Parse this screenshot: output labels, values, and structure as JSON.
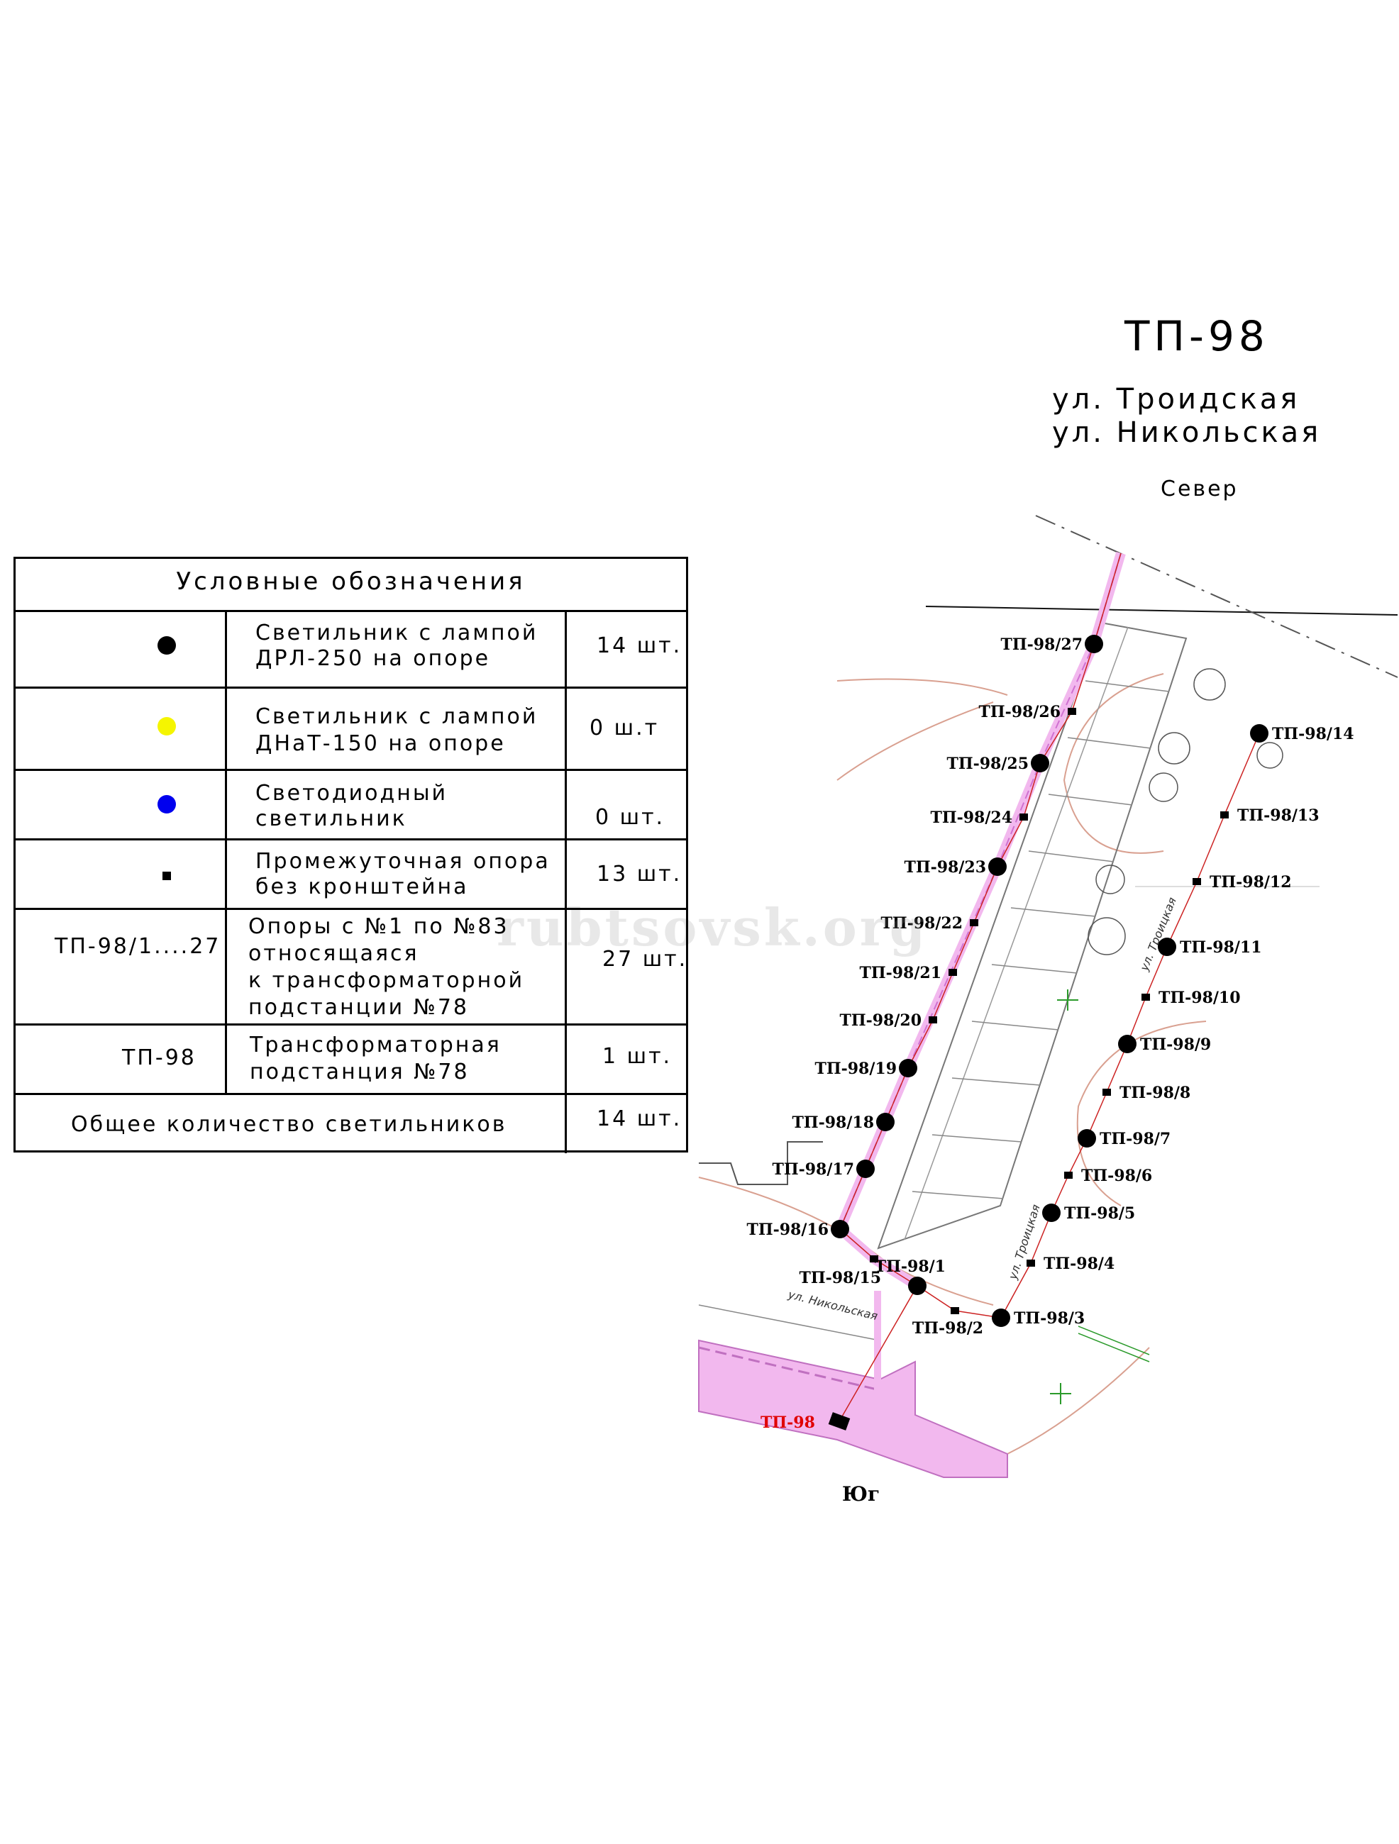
{
  "header": {
    "title": "ТП-98",
    "street1": "ул. Троидская",
    "street2": "ул. Никольская",
    "north": "Север",
    "south": "Юг"
  },
  "legend": {
    "title": "Условные обозначения",
    "rows": [
      {
        "symbol": "black-dot",
        "line1": "Светильник с лампой",
        "line2": "ДРЛ-250 на опоре",
        "count": "14 шт."
      },
      {
        "symbol": "yellow-dot",
        "line1": "Светильник с лампой",
        "line2": "ДНаТ-150 на опоре",
        "count": "0 ш.т"
      },
      {
        "symbol": "blue-dot",
        "line1": "Светодиодный",
        "line2": "светильник",
        "count": "0 шт."
      },
      {
        "symbol": "small-square",
        "line1": "Промежуточная опора",
        "line2": "без кронштейна",
        "count": "13 шт."
      },
      {
        "symbol_text": "ТП-98/1....27",
        "line1": "Опоры с №1 по №83",
        "line2": "относящаяся",
        "line3": "к трансформаторной",
        "line4": "подстанции №78",
        "count": "27 шт."
      },
      {
        "symbol_text": "ТП-98",
        "line1": "Трансформаторная",
        "line2": "подстанция №78",
        "count": "1 шт."
      }
    ],
    "total_label": "Общее количество светильников",
    "total_count": "14 шт."
  },
  "colors": {
    "drl": "#000000",
    "dnat": "#f5f500",
    "led": "#0000ee",
    "substation_label": "#e00000",
    "road": "#f2b8ee",
    "cable": "#cc2222"
  },
  "map": {
    "substation_label": "ТП-98",
    "street_labels": [
      "ул. Троицкая",
      "ул. Никольская",
      "ул. Троицкая"
    ],
    "poles": [
      {
        "n": 1,
        "label": "ТП-98/1",
        "type": "lamp"
      },
      {
        "n": 2,
        "label": "ТП-98/2",
        "type": "pole"
      },
      {
        "n": 3,
        "label": "ТП-98/3",
        "type": "lamp"
      },
      {
        "n": 4,
        "label": "ТП-98/4",
        "type": "pole"
      },
      {
        "n": 5,
        "label": "ТП-98/5",
        "type": "lamp"
      },
      {
        "n": 6,
        "label": "ТП-98/6",
        "type": "pole"
      },
      {
        "n": 7,
        "label": "ТП-98/7",
        "type": "lamp"
      },
      {
        "n": 8,
        "label": "ТП-98/8",
        "type": "pole"
      },
      {
        "n": 9,
        "label": "ТП-98/9",
        "type": "lamp"
      },
      {
        "n": 10,
        "label": "ТП-98/10",
        "type": "pole"
      },
      {
        "n": 11,
        "label": "ТП-98/11",
        "type": "lamp"
      },
      {
        "n": 12,
        "label": "ТП-98/12",
        "type": "pole"
      },
      {
        "n": 13,
        "label": "ТП-98/13",
        "type": "pole"
      },
      {
        "n": 14,
        "label": "ТП-98/14",
        "type": "lamp"
      },
      {
        "n": 15,
        "label": "ТП-98/15",
        "type": "pole"
      },
      {
        "n": 16,
        "label": "ТП-98/16",
        "type": "lamp"
      },
      {
        "n": 17,
        "label": "ТП-98/17",
        "type": "lamp"
      },
      {
        "n": 18,
        "label": "ТП-98/18",
        "type": "lamp"
      },
      {
        "n": 19,
        "label": "ТП-98/19",
        "type": "lamp"
      },
      {
        "n": 20,
        "label": "ТП-98/20",
        "type": "pole"
      },
      {
        "n": 21,
        "label": "ТП-98/21",
        "type": "pole"
      },
      {
        "n": 22,
        "label": "ТП-98/22",
        "type": "pole"
      },
      {
        "n": 23,
        "label": "ТП-98/23",
        "type": "lamp"
      },
      {
        "n": 24,
        "label": "ТП-98/24",
        "type": "pole"
      },
      {
        "n": 25,
        "label": "ТП-98/25",
        "type": "lamp"
      },
      {
        "n": 26,
        "label": "ТП-98/26",
        "type": "pole"
      },
      {
        "n": 27,
        "label": "ТП-98/27",
        "type": "lamp"
      }
    ]
  },
  "watermark": "rubtsovsk.org"
}
